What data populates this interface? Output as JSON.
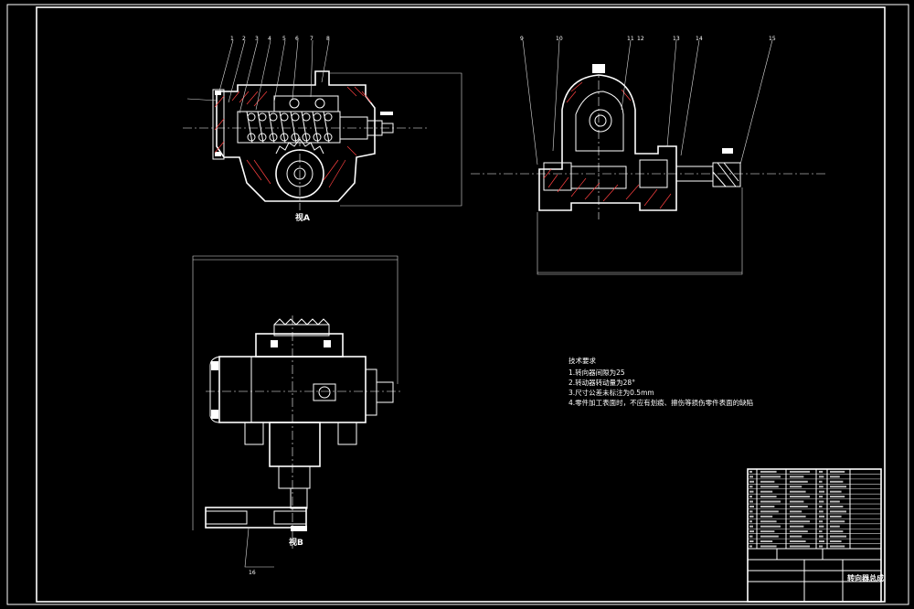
{
  "views": {
    "view1_label": "视A",
    "view2_label": "视B",
    "view1_balloons": [
      "1",
      "2",
      "3",
      "4",
      "5",
      "6",
      "7",
      "8"
    ],
    "view2_balloons": [
      "9",
      "10",
      "11",
      "12",
      "13",
      "14",
      "15"
    ],
    "view3_balloon": "16"
  },
  "technical_requirements": {
    "title": "技术要求",
    "items": [
      "1.转向器间隙为25",
      "2.转动器转动量为28°",
      "3.尺寸公差未标注为0.5mm",
      "4.零件加工表面时，不应有划痕、擦伤等损伤零件表面的缺陷"
    ]
  },
  "title_block": {
    "drawing_name": "转向器总成"
  }
}
